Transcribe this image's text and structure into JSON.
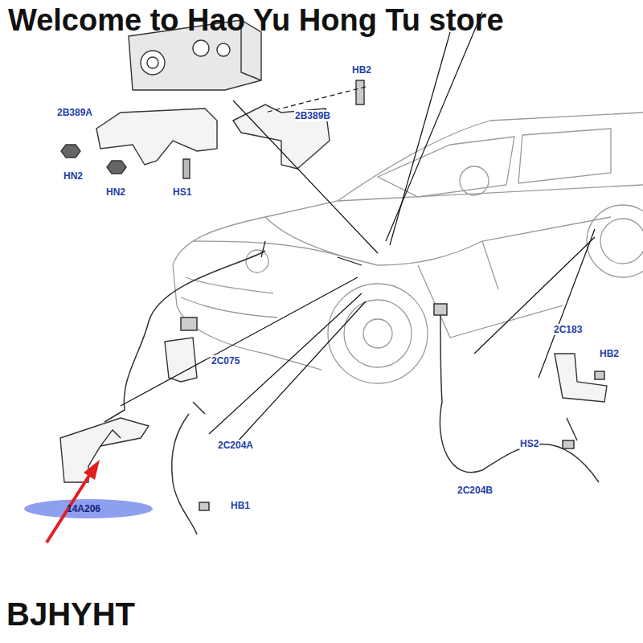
{
  "diagram": {
    "title": "Welcome to Hao Yu Hong Tu store",
    "caption": "BJHYHT",
    "labels": [
      "HB2",
      "2B389A",
      "2B389B",
      "HN2",
      "HN2",
      "HS1",
      "2C075",
      "2C204A",
      "HB1",
      "14A206",
      "2C183",
      "HB2",
      "HS2",
      "2C204B"
    ]
  }
}
